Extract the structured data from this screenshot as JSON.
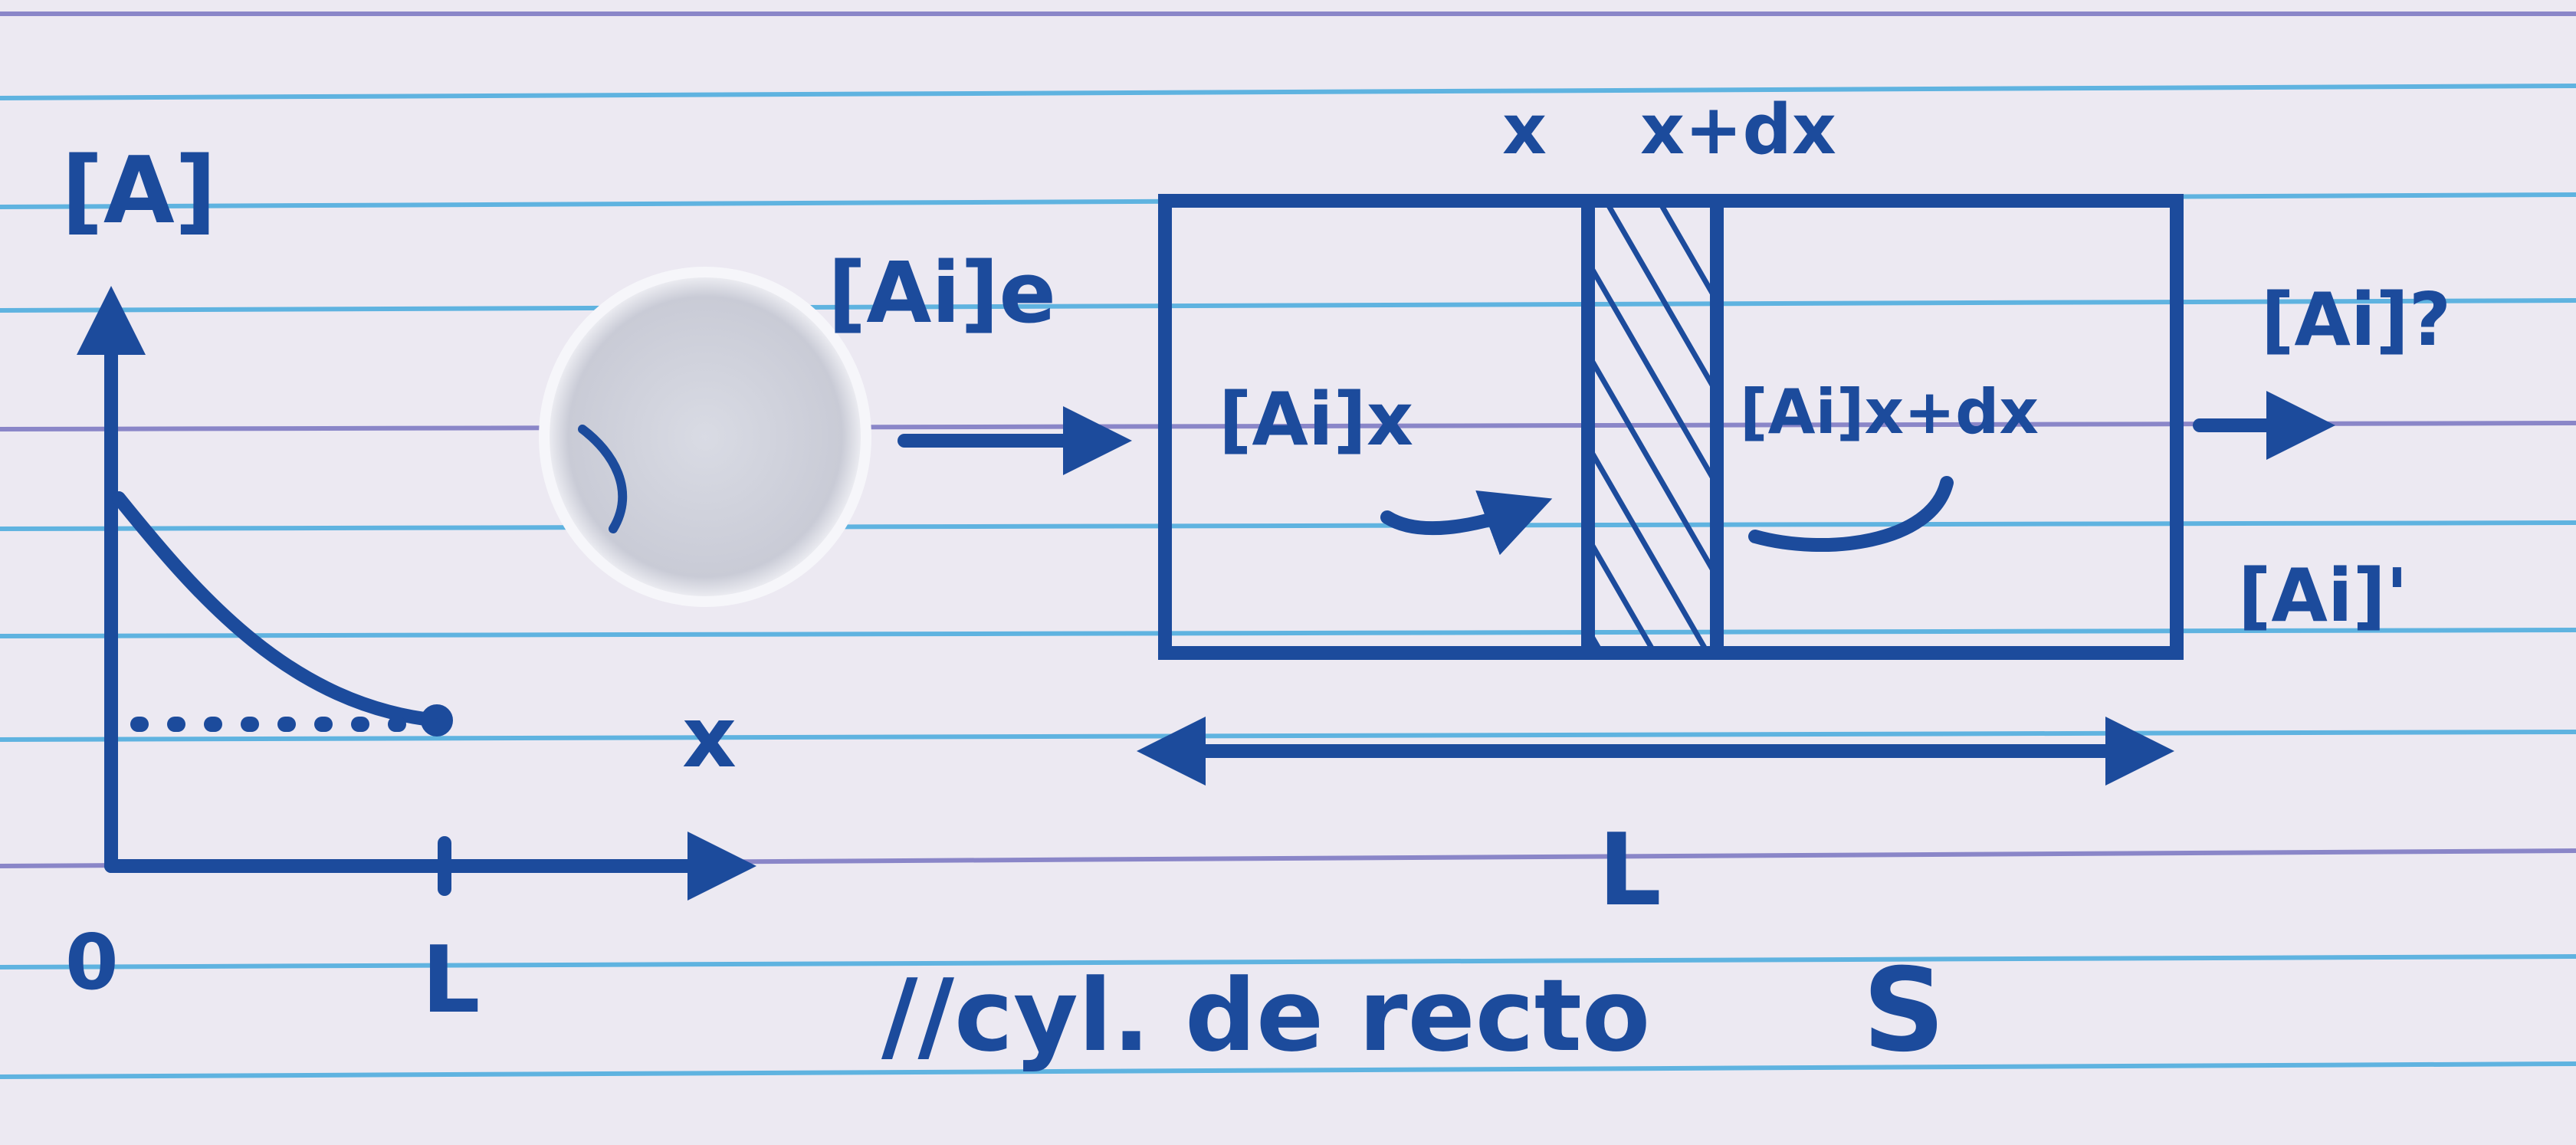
{
  "paper": {
    "background": "#ece9f2",
    "rule_color": "#5fb3e0",
    "accent_rule_color": "#8a86c8",
    "ink_color": "#1c4b9c"
  },
  "graph": {
    "y_label": "[A]",
    "x_label": "x",
    "origin_label": "0",
    "length_tick_label": "L"
  },
  "reactor": {
    "inlet_label": "[Ai]e",
    "x_label": "x",
    "x_plus_dx_label": "x+dx",
    "conc_at_x_label": "[Ai]x",
    "conc_at_x_plus_dx_label": "[Ai]x+dx",
    "outlet_label_top": "[Ai]?",
    "outlet_label_bottom": "[Ai]'",
    "length_label": "L",
    "caption": "//cyl. de recto",
    "caption_section": "S"
  }
}
